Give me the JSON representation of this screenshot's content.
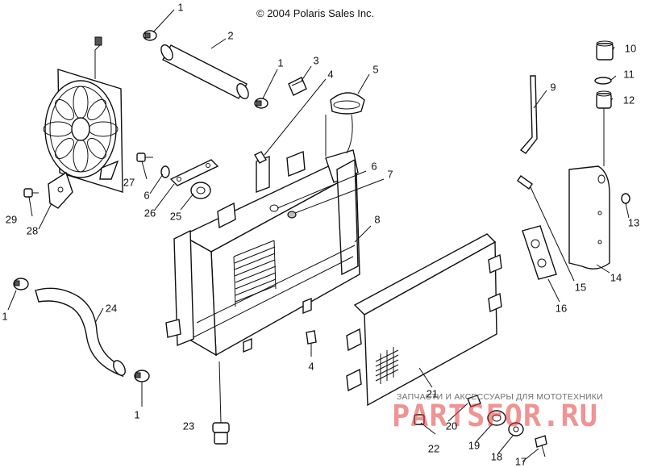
{
  "copyright": "© 2004 Polaris Sales Inc.",
  "watermark": {
    "tagline": "ЗАПЧАСТИ И АКСЕССУАРЫ ДЛЯ МОТОТЕХНИКИ",
    "brand": "PARTSFOR.RU"
  },
  "callouts": {
    "c1a": "1",
    "c1b": "1",
    "c1c": "1",
    "c1d": "1",
    "c2": "2",
    "c3": "3",
    "c4a": "4",
    "c4b": "4",
    "c5": "5",
    "c6a": "6",
    "c6b": "6",
    "c7": "7",
    "c8": "8",
    "c9": "9",
    "c10": "10",
    "c11": "11",
    "c12": "12",
    "c13": "13",
    "c14": "14",
    "c15": "15",
    "c16": "16",
    "c17": "17",
    "c18": "18",
    "c19": "19",
    "c20": "20",
    "c21": "21",
    "c22": "22",
    "c23": "23",
    "c24": "24",
    "c25": "25",
    "c26": "26",
    "c27": "27",
    "c28": "28",
    "c29": "29"
  }
}
